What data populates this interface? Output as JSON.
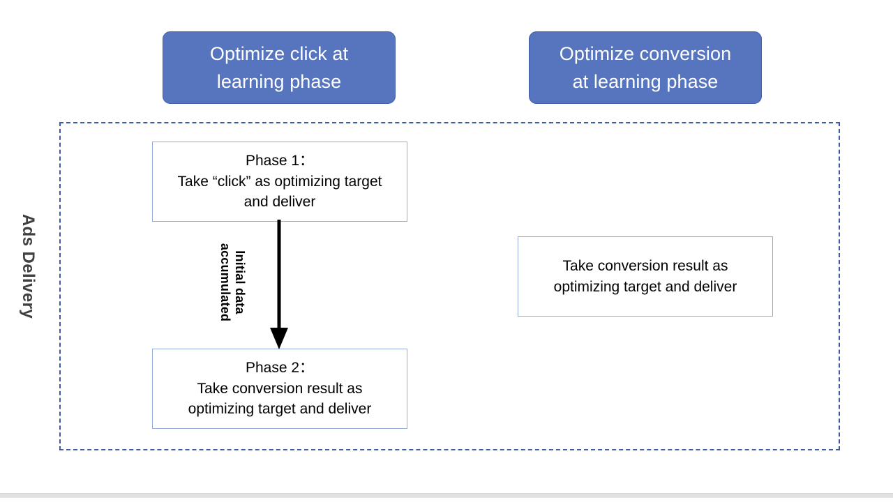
{
  "slide": {
    "headers": [
      {
        "id": "click",
        "label": "Optimize click at\nlearning phase"
      },
      {
        "id": "conversion",
        "label": "Optimize conversion\nat learning phase"
      }
    ],
    "container": {
      "name": "ads-delivery",
      "side_label": "Ads Delivery",
      "border_style": "dashed",
      "border_color": "#3C5BA4"
    },
    "boxes": [
      {
        "id": "phase1",
        "lines": [
          "Phase 1：",
          "Take “click” as optimizing target",
          "and deliver"
        ],
        "text": "Phase 1：\nTake “click” as optimizing target\nand deliver"
      },
      {
        "id": "phase2",
        "lines": [
          "Phase 2：",
          "Take conversion result as",
          "optimizing target and deliver"
        ],
        "text": "Phase 2：\nTake conversion result as\noptimizing target and deliver"
      },
      {
        "id": "right",
        "lines": [
          "Take conversion result as",
          "optimizing target and deliver"
        ],
        "text": "Take conversion result as\noptimizing target and deliver"
      }
    ],
    "arrow": {
      "name": "phase1-to-phase2-arrow",
      "direction": "down",
      "color": "#000000",
      "annotation_line1": "Initial data",
      "annotation_line2": "accumulated",
      "annotation": "Initial data accumulated"
    },
    "colors": {
      "pill_fill": "#5675BE",
      "pill_border": "#3F5EA8",
      "pill_text": "#FFFFFF",
      "box_border": "#93A9D8",
      "box_fill": "#FFFFFF",
      "body_text": "#000000",
      "side_label_text": "#404040",
      "dashed_border": "#3C5BA4",
      "bottom_bar": "#E2E2E2"
    }
  }
}
